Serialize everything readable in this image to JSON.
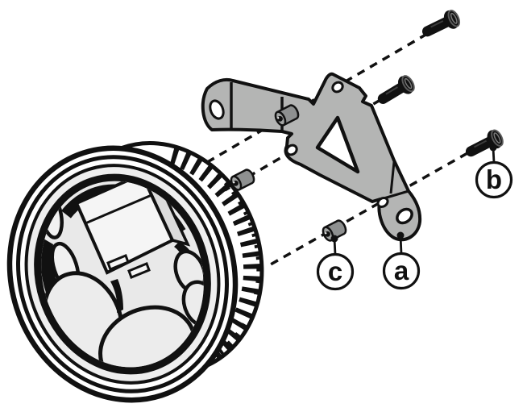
{
  "figure": {
    "type": "exploded-assembly-diagram",
    "callouts": [
      {
        "id": "a",
        "letter": "a"
      },
      {
        "id": "b",
        "letter": "b"
      },
      {
        "id": "c",
        "letter": "c"
      }
    ],
    "counts": {
      "screws": 3,
      "spacers": 3,
      "callouts": 3
    },
    "colors": {
      "background": "#ffffff",
      "outline": "#111111",
      "bracket": "#b4b5b4",
      "spacer_body": "#8e9090",
      "spacer_face": "#a2a4a3",
      "screw": "#111111",
      "lens_bg": "#e9e9e9",
      "lens": "#ececec",
      "bezel_face": "#eeeeee",
      "box_face": "#f5f5f5",
      "box_side": "#dcdcdc"
    }
  }
}
